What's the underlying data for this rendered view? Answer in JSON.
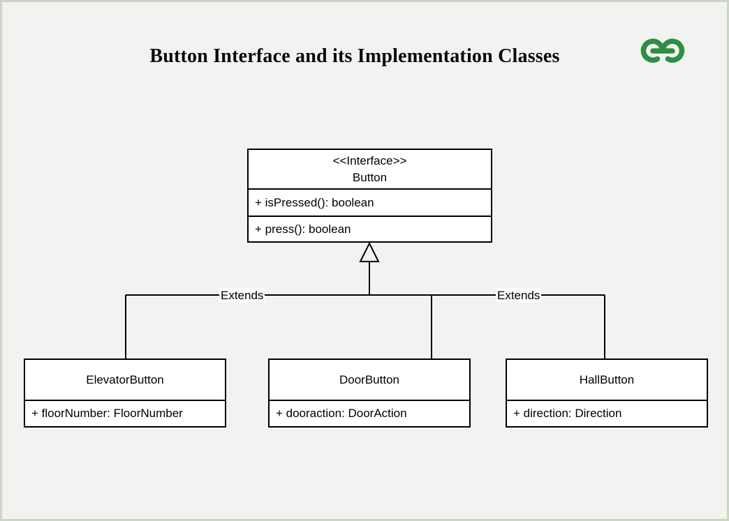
{
  "page": {
    "title": "Button Interface and its Implementation Classes"
  },
  "logo": {
    "name": "GeeksforGeeks",
    "color": "#2f8d46"
  },
  "colors": {
    "background": "#f2f2f0",
    "page_border": "#ccd5c3",
    "box_fill": "#ffffff",
    "line": "#000000",
    "text": "#000000"
  },
  "diagram": {
    "interface_box": {
      "stereotype": "<<Interface>>",
      "name": "Button",
      "methods": [
        "+ isPressed(): boolean",
        "+ press(): boolean"
      ]
    },
    "edge_labels": {
      "left": "Extends",
      "right": "Extends"
    },
    "classes": [
      {
        "name": "ElevatorButton",
        "attributes": [
          "+ floorNumber: FloorNumber"
        ]
      },
      {
        "name": "DoorButton",
        "attributes": [
          "+ dooraction: DoorAction"
        ]
      },
      {
        "name": "HallButton",
        "attributes": [
          "+ direction: Direction"
        ]
      }
    ]
  }
}
